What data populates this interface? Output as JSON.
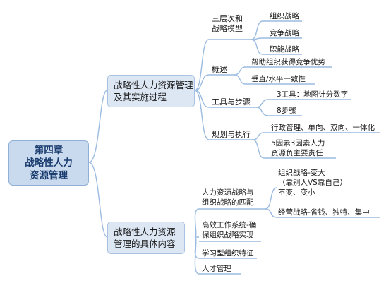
{
  "root": {
    "label": "第四章\n战略性人力\n资源管理"
  },
  "branch1": {
    "label": "战略性人力资源管理\n及其实施过程",
    "three_levels": {
      "label": "三层次和\n战略模型",
      "items": [
        "组织战略",
        "竞争战略",
        "职能战略"
      ]
    },
    "overview": {
      "label": "概述",
      "items": [
        "帮助组织获得竞争优势",
        "垂直/水平一致性"
      ]
    },
    "tools": {
      "label": "工具与步骤",
      "items": [
        "3工具：地图计分数字",
        "8步骤"
      ]
    },
    "plan": {
      "label": "规划与执行",
      "items": [
        "行政管理、单向、双向、一体化",
        "5因素3因素人力\n资源负主要责任"
      ]
    }
  },
  "branch2": {
    "label": "战略性人力资源\n管理的具体内容",
    "match": {
      "label": "人力资源战略与\n组织战略的匹配",
      "items": [
        "组织战略-变大\n（靠别人VS靠自己）\n不变、变小",
        "经营战略-省钱、独特、集中"
      ]
    },
    "efficient": {
      "label": "高效工作系统-确\n保组织战略实现"
    },
    "learning": {
      "label": "学习型组织特征"
    },
    "talent": {
      "label": "人才管理"
    }
  }
}
